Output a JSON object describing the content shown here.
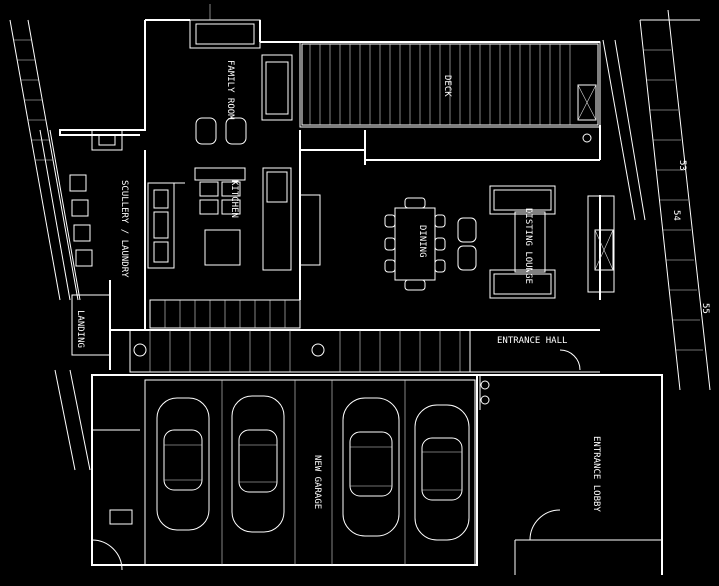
{
  "rooms": {
    "family_room": "FAMILY ROOM",
    "deck": "DECK",
    "kitchen": "KITCHEN",
    "scullery_laundry": "SCULLERY / LAUNDRY",
    "dining": "DINING",
    "lounge": "DISTING LOUNGE",
    "entrance_hall": "ENTRANCE HALL",
    "landing": "LANDING",
    "garage": "NEW GARAGE",
    "entrance_lobby": "ENTRANCE LOBBY"
  },
  "markers": {
    "m53": "53",
    "m54": "54",
    "m55": "55"
  }
}
